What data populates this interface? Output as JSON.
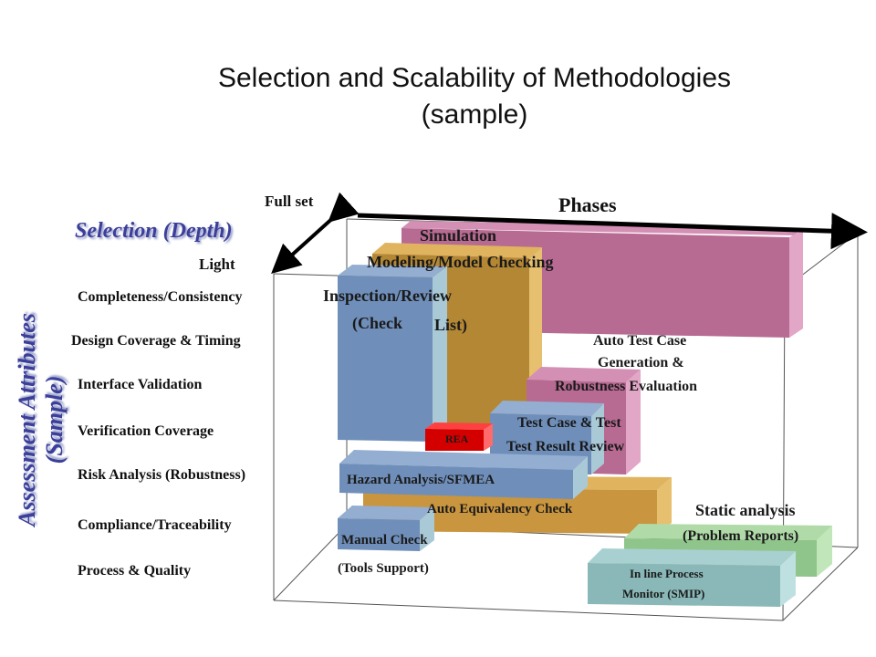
{
  "title_line1": "Selection and Scalability of Methodologies",
  "title_line2": "(sample)",
  "axes": {
    "full_set": "Full set",
    "light": "Light",
    "selection": "Selection (Depth)",
    "phases": "Phases",
    "assessment_line1": "Assessment Attributes",
    "assessment_line2": "(Sample)"
  },
  "attributes": [
    "Completeness/Consistency",
    "Design Coverage & Timing",
    "Interface Validation",
    "Verification Coverage",
    "Risk Analysis (Robustness)",
    "Compliance/Traceability",
    "Process & Quality"
  ],
  "methods": {
    "simulation": "Simulation",
    "modeling": "Modeling/Model Checking",
    "inspection_line1": "Inspection/Review",
    "inspection_line2a": "(Check",
    "inspection_line2b": "List)",
    "autotest_line1": "Auto Test Case",
    "autotest_line2": "Generation &",
    "autotest_line3": "Robustness Evaluation",
    "testcase_line1": "Test Case & Test",
    "testcase_line2": "Test Result Review",
    "rea": "REA",
    "hazard": "Hazard Analysis/SFMEA",
    "autoequiv": "Auto Equivalency Check",
    "manual_line1": "Manual Check",
    "manual_line2": "(Tools Support)",
    "static_line1": "Static analysis",
    "static_line2": "(Problem Reports)",
    "inline_line1": "In line Process",
    "inline_line2": "Monitor (SMIP)"
  },
  "colors": {
    "simulation": "#b76a92",
    "modeling": "#c9953e",
    "inspection": "#6f8fba",
    "autotest": "#b76a92",
    "testcase": "#6f8fba",
    "rea": "#d40000",
    "hazard": "#6f8fba",
    "autoequiv": "#c9953e",
    "manual": "#6f8fba",
    "static": "#8fc48a",
    "inline": "#8ab8b8",
    "title_accent": "#3b3f9a"
  }
}
